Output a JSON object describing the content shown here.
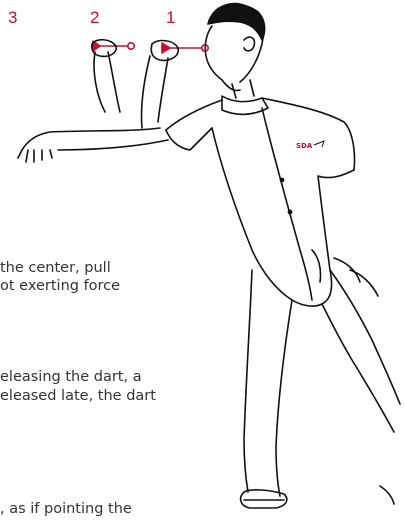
{
  "step_labels": [
    "3",
    "2",
    "1"
  ],
  "text_fragments": [
    "the center, pull",
    "ot exerting force",
    "eleasing the dart, a",
    "eleased late, the dart",
    ", as if pointing the"
  ],
  "shirt_logo": "SDA"
}
